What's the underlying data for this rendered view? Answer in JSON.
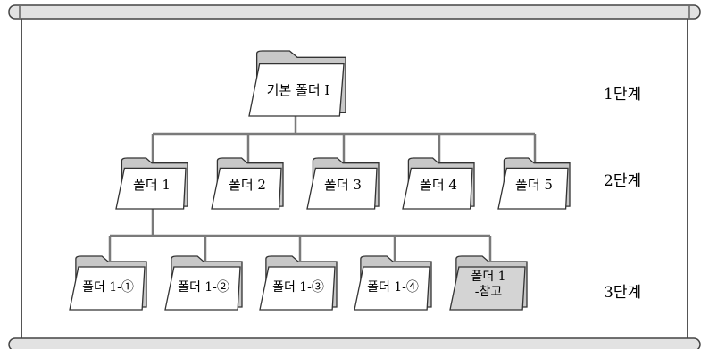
{
  "root": {
    "label": "기본 폴더 I"
  },
  "level2": [
    {
      "label": "폴더 1"
    },
    {
      "label": "폴더 2"
    },
    {
      "label": "폴더 3"
    },
    {
      "label": "폴더 4"
    },
    {
      "label": "폴더 5"
    }
  ],
  "level3": [
    {
      "label": "폴더 1-①"
    },
    {
      "label": "폴더 1-②"
    },
    {
      "label": "폴더 1-③"
    },
    {
      "label": "폴더 1-④"
    },
    {
      "label": "폴더 1\n-참고",
      "highlighted": true
    }
  ],
  "levels": [
    "1단계",
    "2단계",
    "3단계"
  ],
  "colors": {
    "folder_fill": "#ffffff",
    "folder_back": "#c8c8c8",
    "highlight_fill": "#d4d4d4",
    "connector": "#7a7a7a",
    "frame": "#555555",
    "roller": "#e2e2e2"
  }
}
